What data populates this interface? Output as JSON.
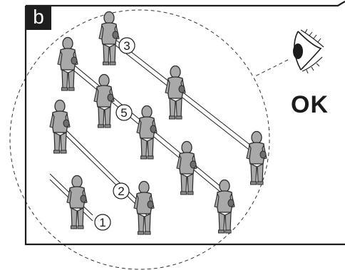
{
  "panel": {
    "label": "b",
    "verdict": "OK"
  },
  "rods": [
    {
      "number": "1"
    },
    {
      "number": "2"
    },
    {
      "number": "3"
    },
    {
      "number": "5"
    }
  ],
  "icons": {
    "eye": "eye-icon"
  },
  "colors": {
    "figure_fill": "#a9a9a9",
    "figure_stroke": "#2a2a2a",
    "badge_bg": "#1e1e1e",
    "line": "#1b1b1b"
  }
}
